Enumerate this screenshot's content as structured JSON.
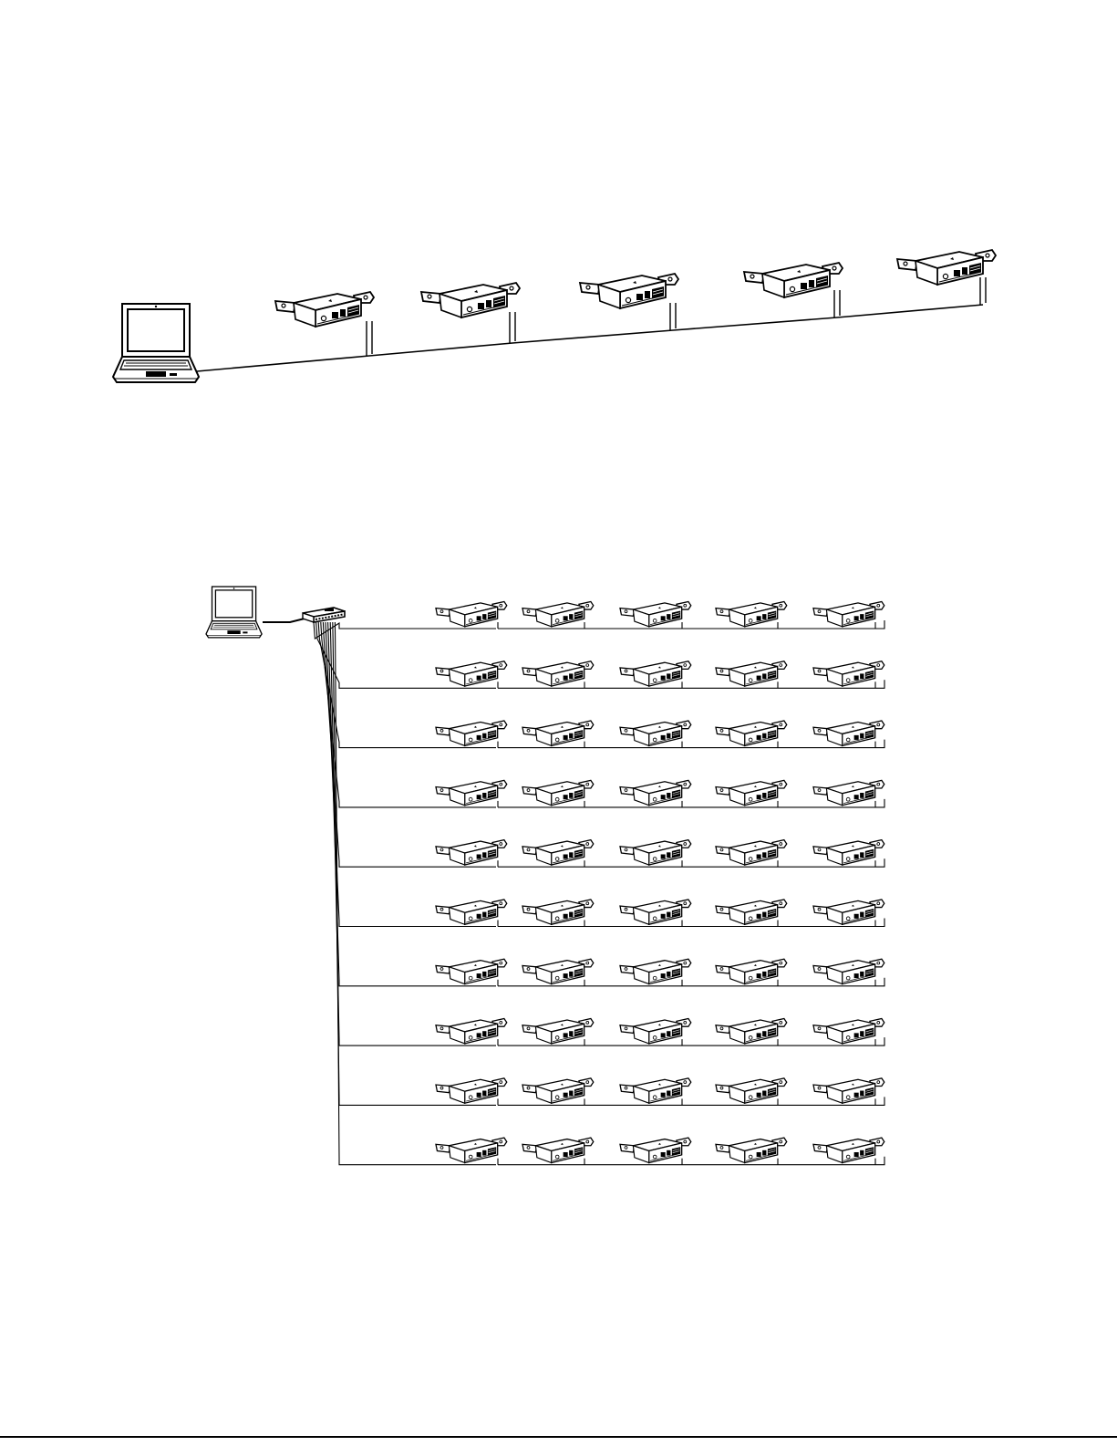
{
  "colors": {
    "line": "#000000",
    "background": "#ffffff"
  },
  "diagram_daisy_chain": {
    "controller": "laptop-icon",
    "device_count": 5,
    "device_icon": "amplifier-unit-icon"
  },
  "diagram_star": {
    "controller": "laptop-icon",
    "hub": "network-switch-icon",
    "branch_count": 10,
    "devices_per_branch": 5,
    "device_icon": "amplifier-unit-icon"
  }
}
